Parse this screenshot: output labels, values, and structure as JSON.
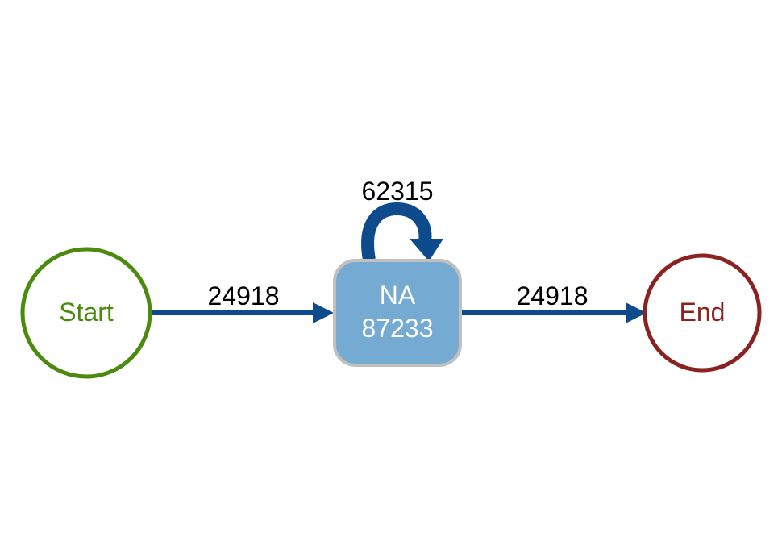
{
  "nodes": {
    "start": {
      "label": "Start",
      "color": "#4a8a0c"
    },
    "activity": {
      "name": "NA",
      "count": "87233",
      "fill": "#75aad3",
      "border": "#c0c0c0",
      "text_color": "#ffffff"
    },
    "end": {
      "label": "End",
      "color": "#8b2222"
    }
  },
  "edges": {
    "start_to_activity": {
      "label": "24918"
    },
    "self_loop": {
      "label": "62315"
    },
    "activity_to_end": {
      "label": "24918"
    }
  },
  "colors": {
    "edge": "#0e4b8c",
    "edge_label": "#000000"
  }
}
